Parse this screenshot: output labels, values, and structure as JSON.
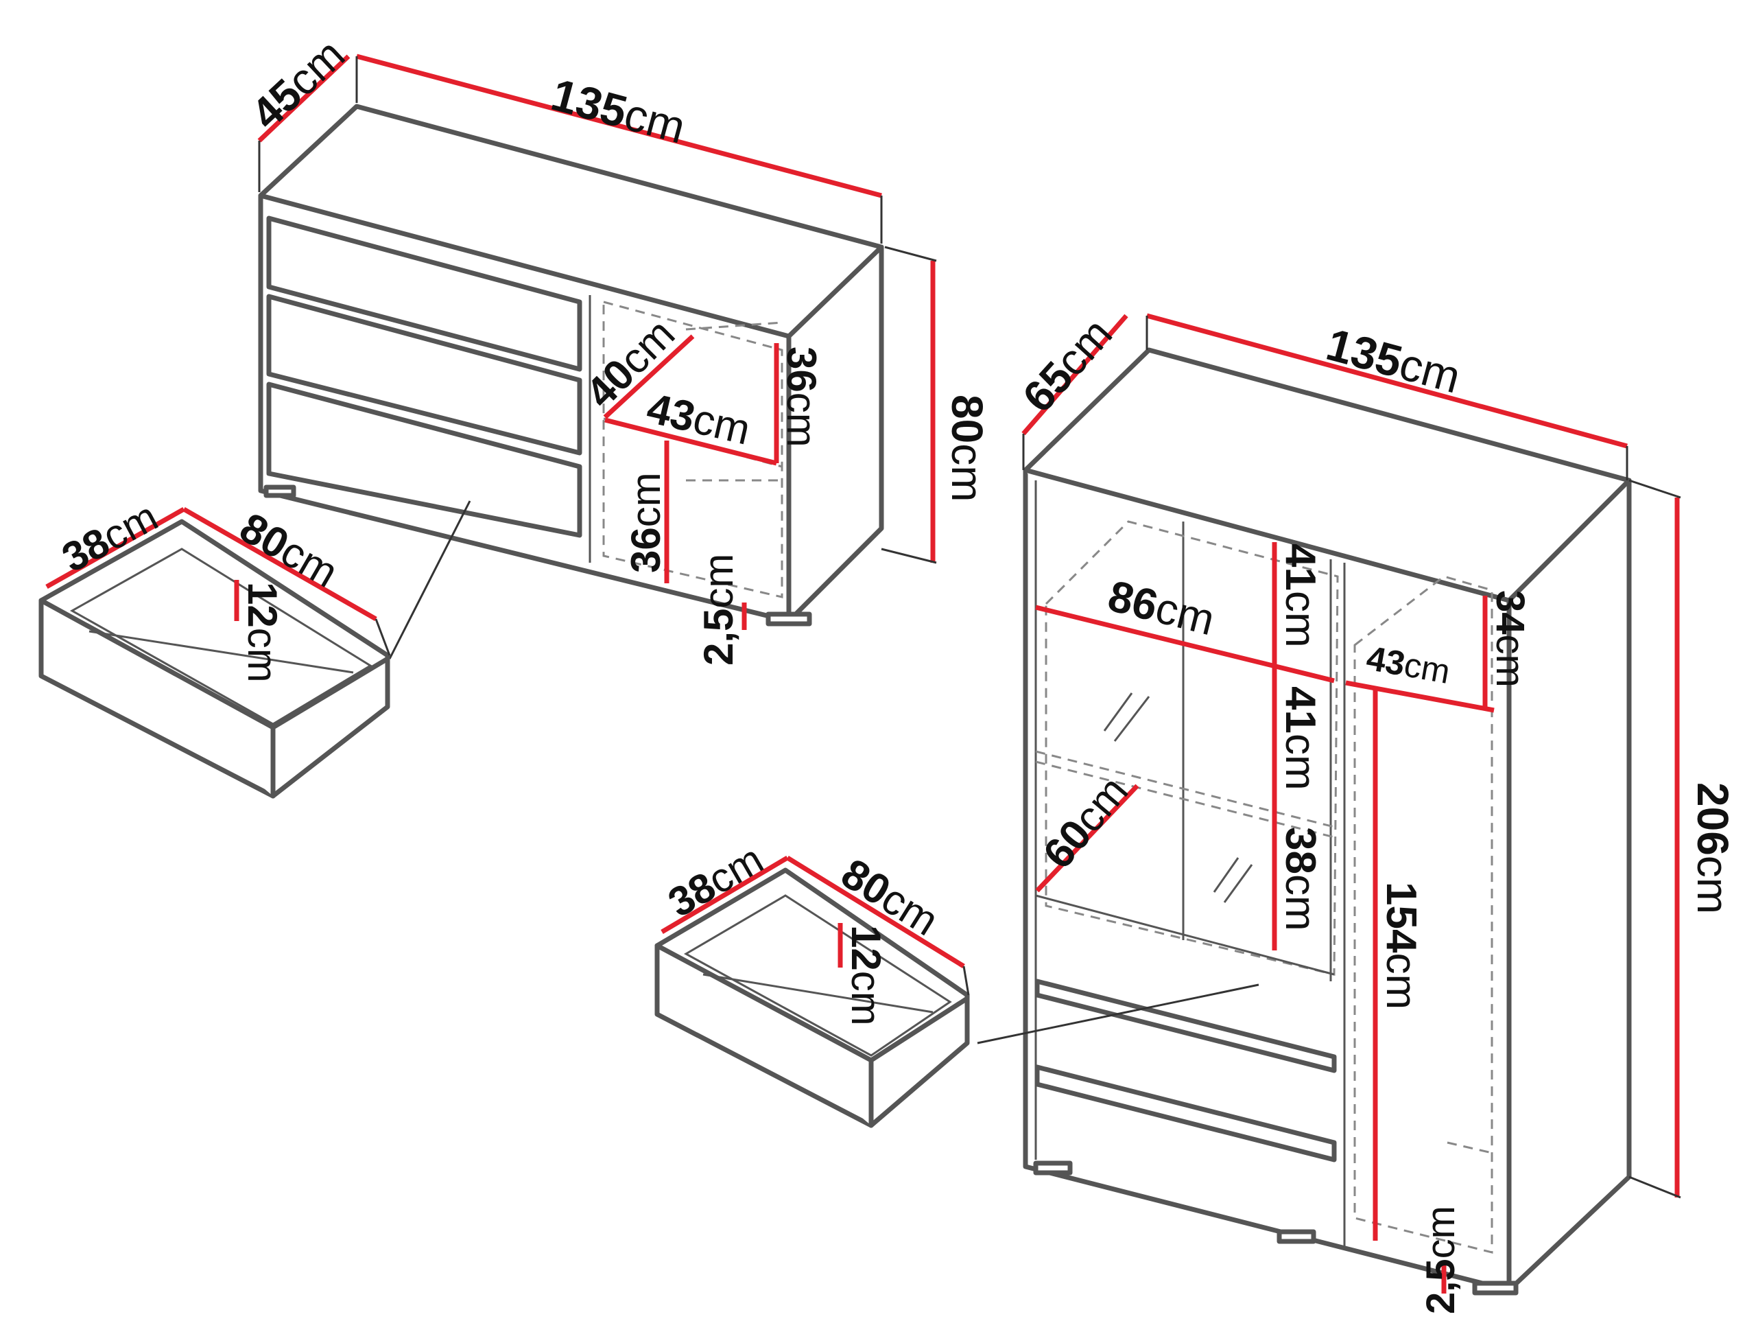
{
  "colors": {
    "dimension_line": "#e3202c",
    "outline": "#555555",
    "text": "#111111"
  },
  "labels": {
    "dresser_width": {
      "num": "135",
      "unit": "cm"
    },
    "dresser_depth": {
      "num": "45",
      "unit": "cm"
    },
    "dresser_height": {
      "num": "80",
      "unit": "cm"
    },
    "dresser_comp_depth": {
      "num": "40",
      "unit": "cm"
    },
    "dresser_comp_width": {
      "num": "43",
      "unit": "cm"
    },
    "dresser_comp_height1": {
      "num": "36",
      "unit": "cm"
    },
    "dresser_comp_height2": {
      "num": "36",
      "unit": "cm"
    },
    "dresser_plinth": {
      "num": "2,5",
      "unit": "cm"
    },
    "drawer1_depth": {
      "num": "38",
      "unit": "cm"
    },
    "drawer1_width": {
      "num": "80",
      "unit": "cm"
    },
    "drawer1_height": {
      "num": "12",
      "unit": "cm"
    },
    "cabinet_width": {
      "num": "135",
      "unit": "cm"
    },
    "cabinet_depth": {
      "num": "65",
      "unit": "cm"
    },
    "cabinet_height": {
      "num": "206",
      "unit": "cm"
    },
    "cabinet_glass_width": {
      "num": "86",
      "unit": "cm"
    },
    "cabinet_shelf1": {
      "num": "41",
      "unit": "cm"
    },
    "cabinet_shelf2": {
      "num": "41",
      "unit": "cm"
    },
    "cabinet_shelf3": {
      "num": "38",
      "unit": "cm"
    },
    "cabinet_inner_depth": {
      "num": "60",
      "unit": "cm"
    },
    "cabinet_right_width": {
      "num": "43",
      "unit": "cm"
    },
    "cabinet_right_top": {
      "num": "34",
      "unit": "cm"
    },
    "cabinet_right_height": {
      "num": "154",
      "unit": "cm"
    },
    "cabinet_plinth": {
      "num": "2,5",
      "unit": "cm"
    },
    "drawer2_depth": {
      "num": "38",
      "unit": "cm"
    },
    "drawer2_width": {
      "num": "80",
      "unit": "cm"
    },
    "drawer2_height": {
      "num": "12",
      "unit": "cm"
    }
  }
}
